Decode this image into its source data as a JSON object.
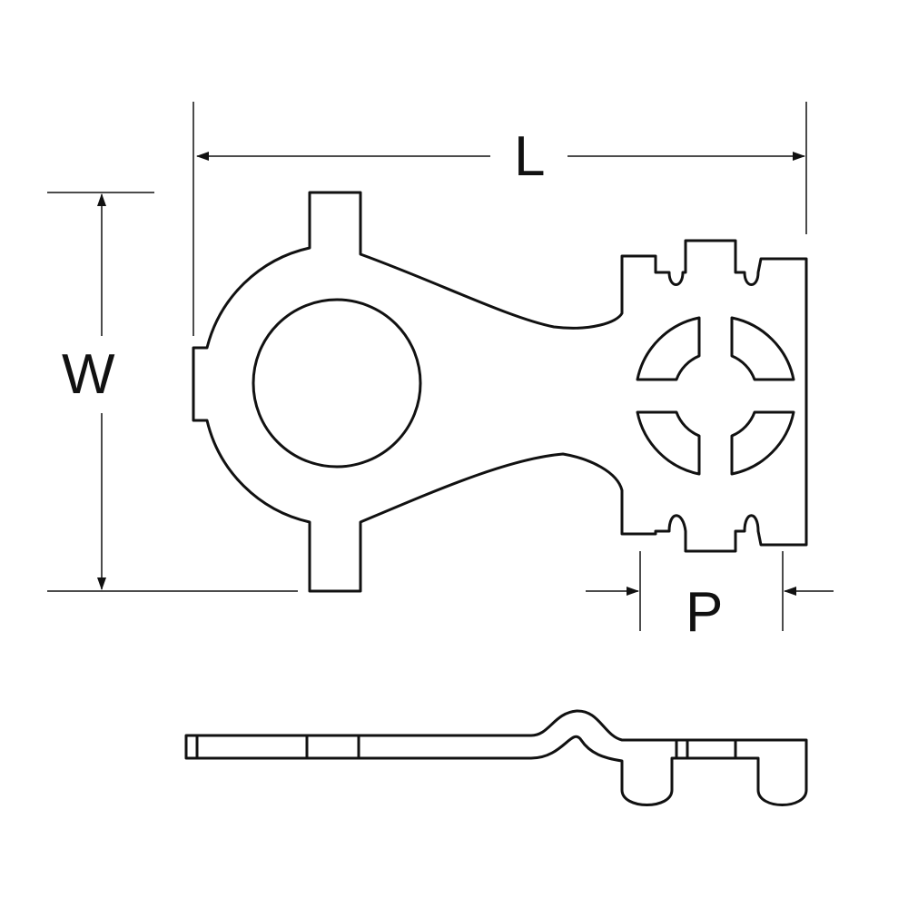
{
  "labels": {
    "length": "L",
    "width": "W",
    "pitch": "P"
  },
  "colors": {
    "stroke": "#111111",
    "background": "#ffffff"
  }
}
